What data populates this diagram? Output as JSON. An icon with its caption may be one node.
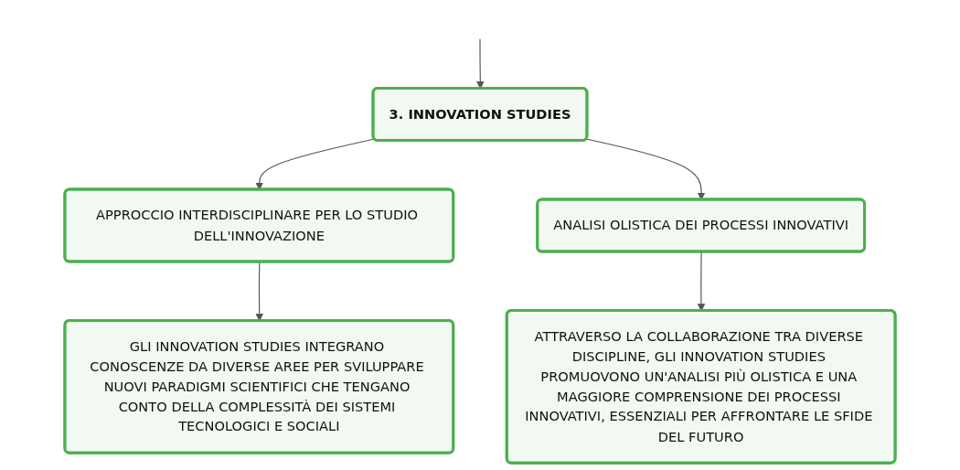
{
  "diagram": {
    "nodes": [
      {
        "text": [
          "3. INNOVATION STUDIES"
        ]
      },
      {
        "text": [
          "APPROCCIO INTERDISCIPLINARE PER LO STUDIO DELL'INNOVAZIONE"
        ]
      },
      {
        "text": [
          "GLI INNOVATION STUDIES INTEGRANO CONOSCENZE DA DIVERSE AREE PER SVILUPPARE NUOVI PARADIGMI SCIENTIFICI CHE TENGANO CONTO DELLA COMPLESSITÀ DEI SISTEMI TECNOLOGICI E SOCIALI"
        ]
      },
      {
        "text": [
          "ANALISI OLISTICA DEI PROCESSI INNOVATIVI"
        ]
      },
      {
        "text": [
          "ATTRAVERSO LA COLLABORAZIONE TRA DIVERSE DISCIPLINE, GLI INNOVATION STUDIES PROMUOVONO UN'ANALISI PIÙ OLISTICA E UNA MAGGIORE COMPRENSIONE DEI PROCESSI INNOVATIVI, ESSENZIALI PER AFFRONTARE LE SFIDE DEL FUTURO"
        ]
      }
    ],
    "edges": [
      {
        "from": null,
        "to": 0,
        "arrow": "to"
      },
      {
        "from": 0,
        "to": 1,
        "arrow": "to"
      },
      {
        "from": 0,
        "to": 3,
        "arrow": "to"
      },
      {
        "from": 1,
        "to": 2,
        "arrow": "to"
      },
      {
        "from": 3,
        "to": 4,
        "arrow": "to"
      }
    ]
  }
}
